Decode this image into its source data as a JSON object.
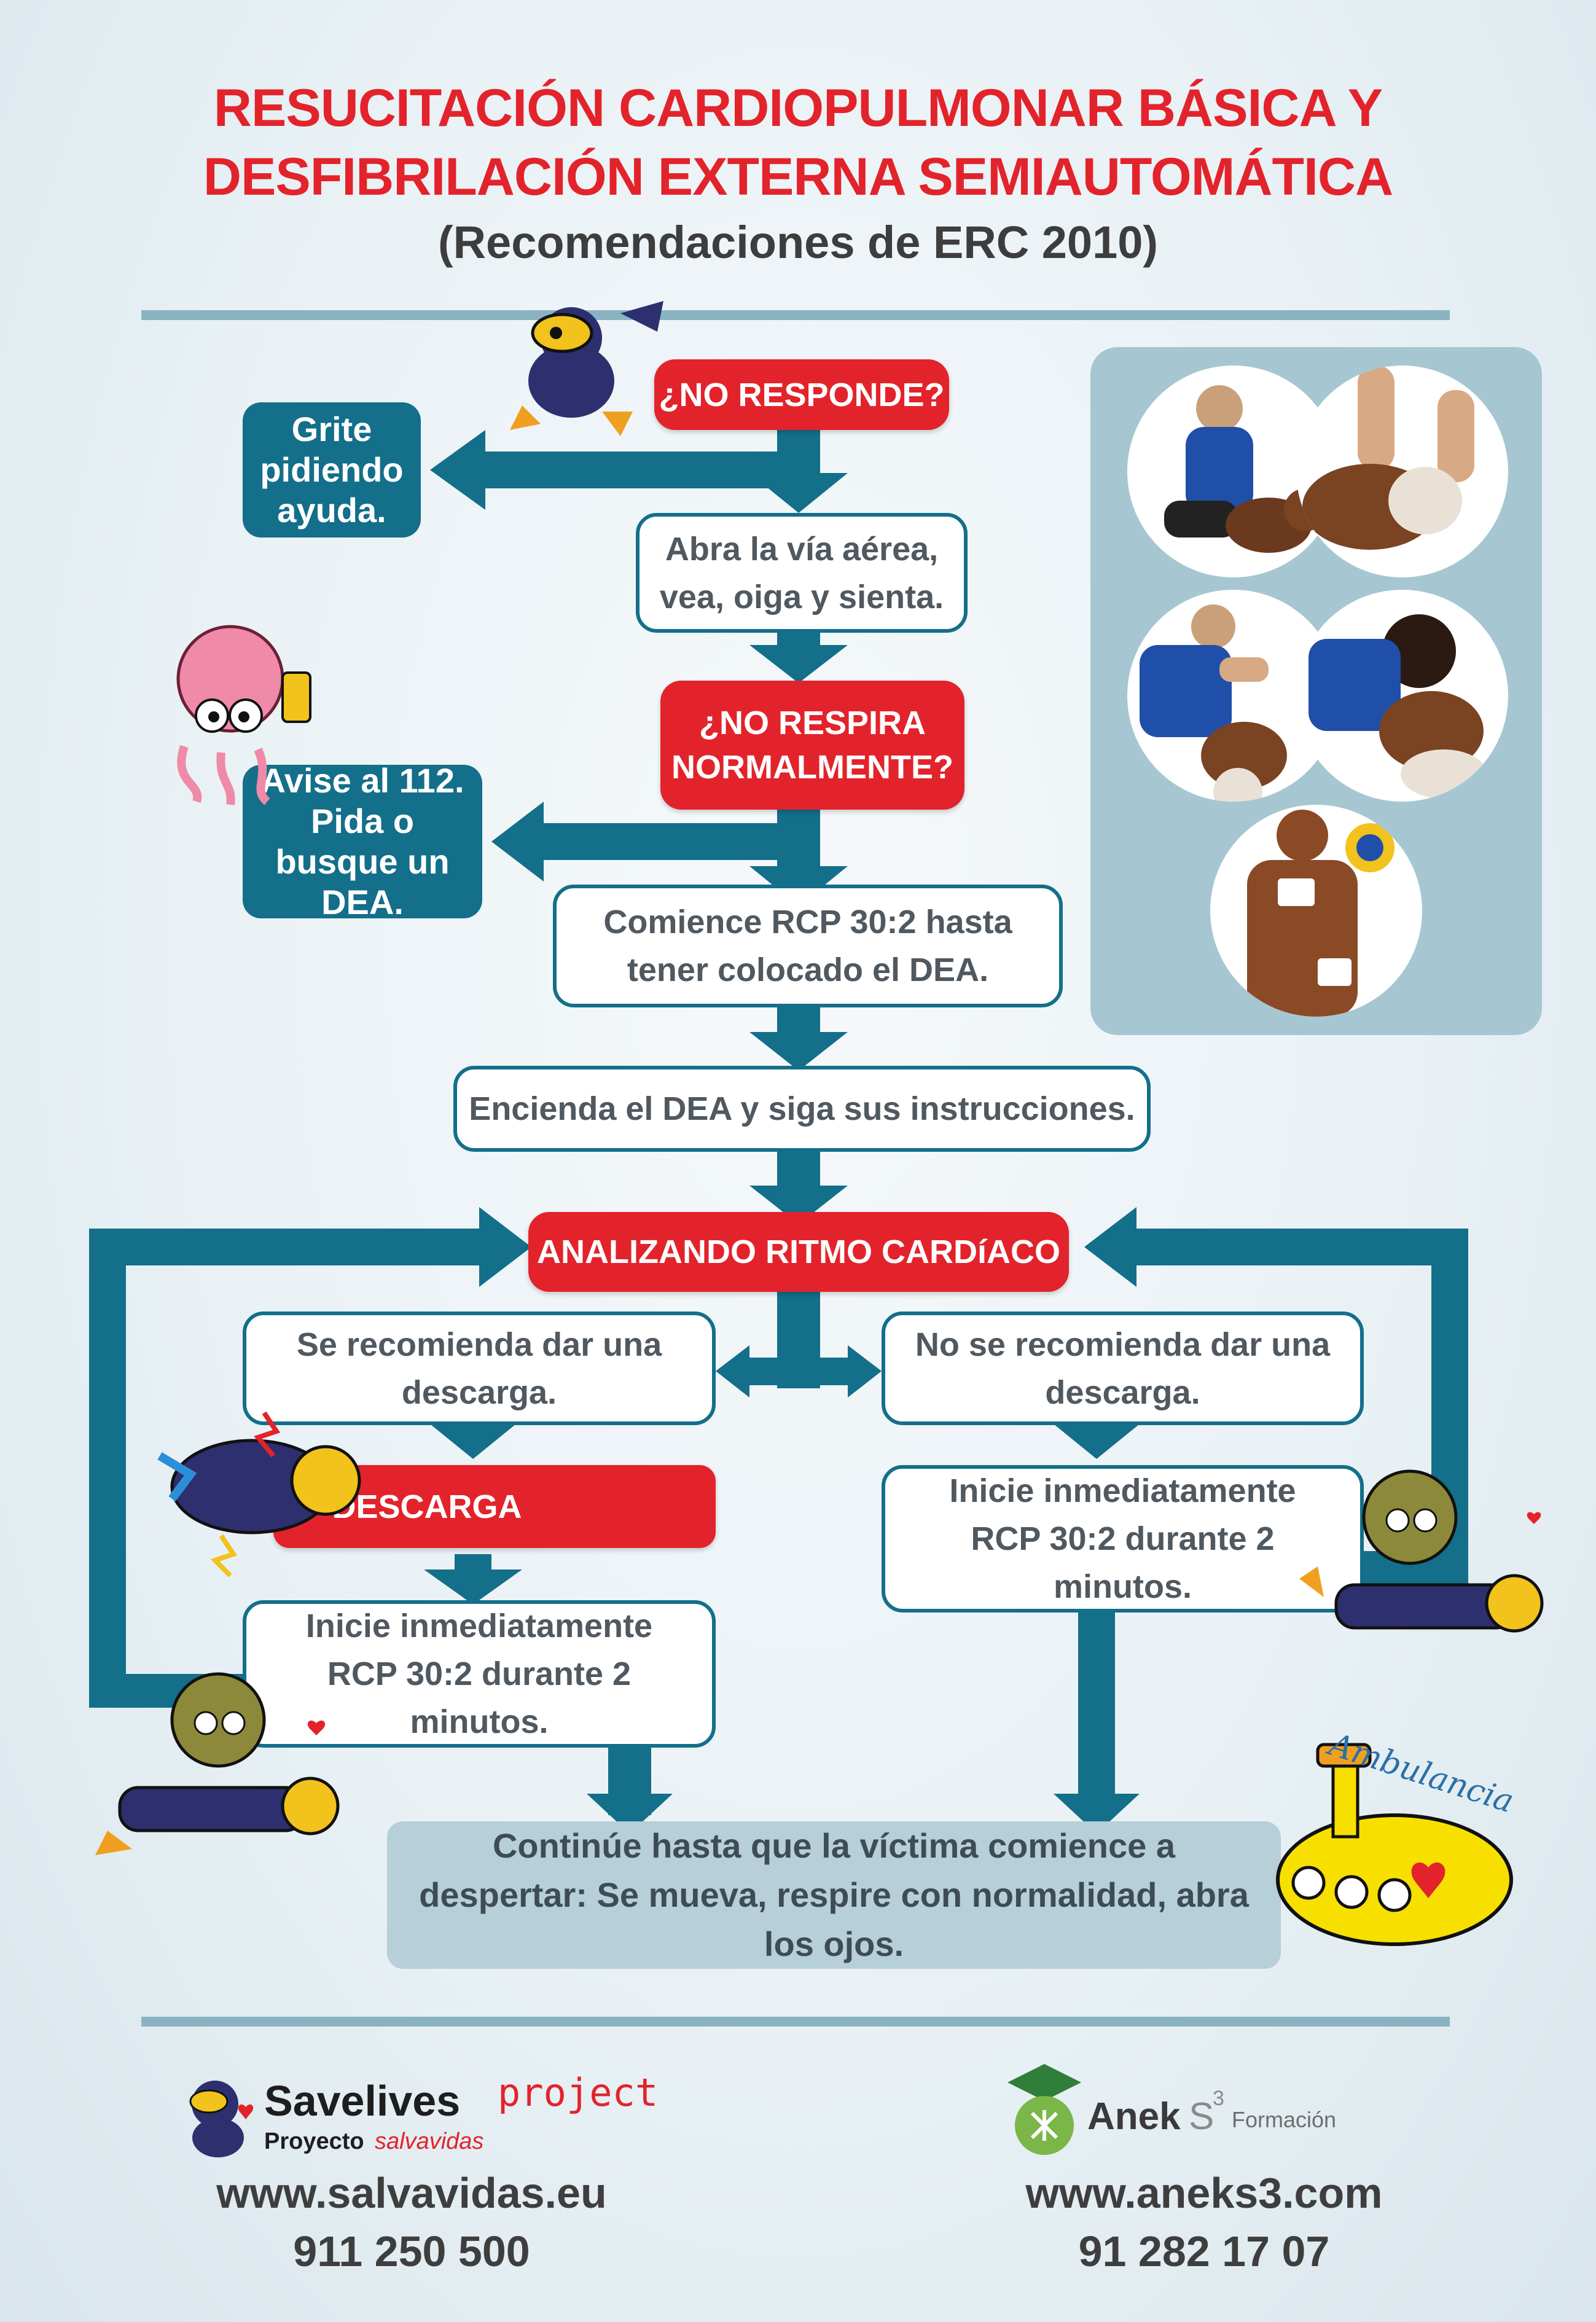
{
  "title": {
    "line1": "RESUCITACIÓN CARDIOPULMONAR BÁSICA Y",
    "line2": "DESFIBRILACIÓN EXTERNA SEMIAUTOMÁTICA",
    "subtitle": "(Recomendaciones de ERC 2010)"
  },
  "flow": {
    "no_responde": "¿NO RESPONDE?",
    "grite": "Grite pidiendo ayuda.",
    "abra": "Abra la vía aérea, vea, oiga y sienta.",
    "no_respira": "¿NO RESPIRA NORMALMENTE?",
    "avise": "Avise al 112. Pida o busque un DEA.",
    "comience": "Comience RCP 30:2 hasta tener colocado el DEA.",
    "encienda": "Encienda el DEA y siga sus instrucciones.",
    "analizando": "ANALIZANDO RITMO CARDíACO",
    "se_recomienda": "Se recomienda dar una descarga.",
    "no_se_recomienda": "No se recomienda dar una descarga.",
    "descarga": "DESCARGA",
    "inicie_left": "Inicie inmediatamente RCP 30:2 durante 2 minutos.",
    "inicie_right": "Inicie inmediatamente RCP 30:2 durante 2 minutos.",
    "continue": "Continúe hasta que la víctima comience a despertar: Se mueva, respire con normalidad, abra los ojos."
  },
  "illustrations": {
    "ambulancia_label": "Ambulancia"
  },
  "footer": {
    "left_brand": "Savelives",
    "left_brand_suffix": "project",
    "left_sub1": "Proyecto",
    "left_sub2": "salvavidas",
    "left_url": "www.salvavidas.eu",
    "left_phone": "911 250 500",
    "right_brand": "Anek",
    "right_brand_s": "S",
    "right_brand_sup": "3",
    "right_brand_suffix": "Formación",
    "right_url": "www.aneks3.com",
    "right_phone": "91 282 17 07"
  },
  "colors": {
    "red": "#e3232b",
    "teal": "#136f8a",
    "light_teal": "#8ab3c2",
    "grey_box": "#b6cfd8"
  }
}
